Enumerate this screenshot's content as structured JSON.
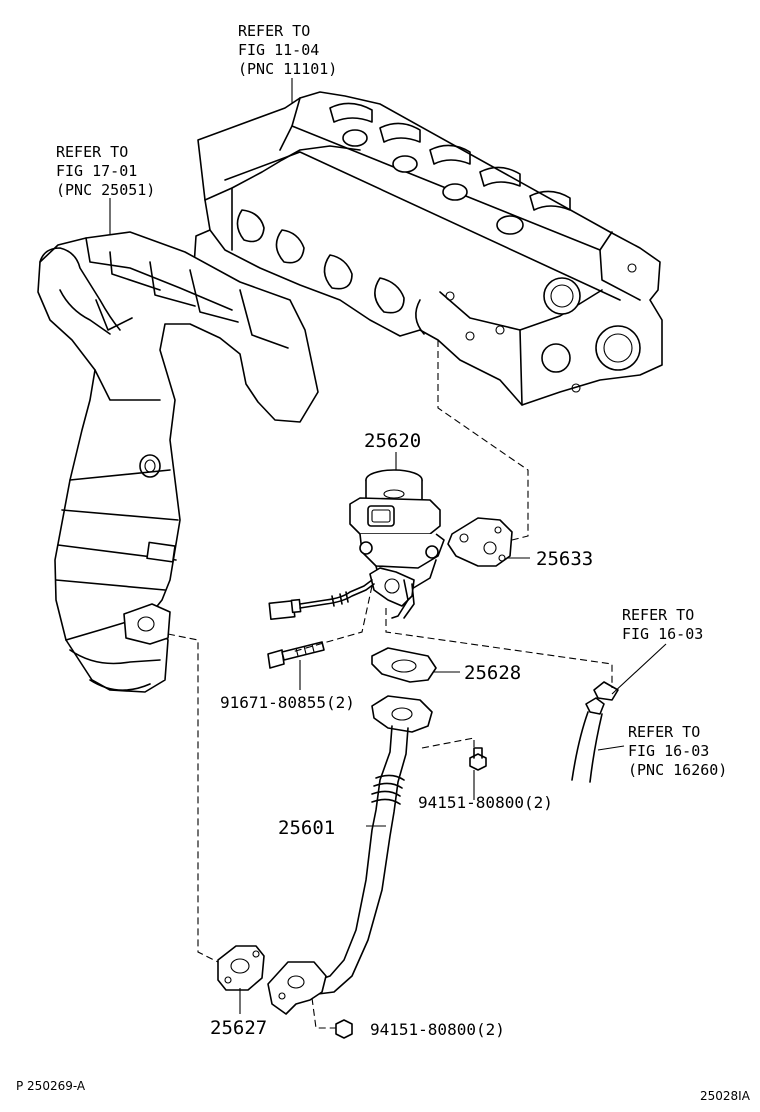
{
  "references": {
    "cylinder_head": {
      "line1": "REFER TO",
      "line2": "FIG 11-04",
      "line3": "(PNC 11101)"
    },
    "exhaust_manifold": {
      "line1": "REFER TO",
      "line2": "FIG 17-01",
      "line3": "(PNC 25051)"
    },
    "fig_16_03": {
      "line1": "REFER TO",
      "line2": "FIG 16-03"
    },
    "hose": {
      "line1": "REFER TO",
      "line2": "FIG 16-03",
      "line3": "(PNC 16260)"
    }
  },
  "parts": {
    "egr_valve": "25620",
    "egr_gasket_head": "25633",
    "egr_gasket_valve": "25628",
    "bolt": "91671-80855(2)",
    "nut_upper": "94151-80800(2)",
    "egr_pipe": "25601",
    "egr_gasket_manifold": "25627",
    "nut_lower": "94151-80800(2)"
  },
  "footer": {
    "left_code": "P 250269-A",
    "right_code": "25028IA"
  }
}
